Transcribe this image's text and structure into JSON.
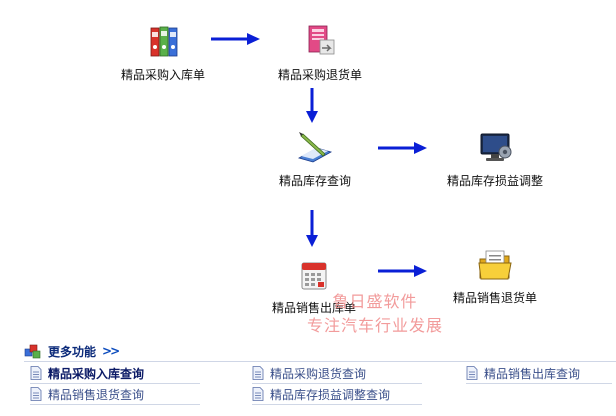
{
  "nodes": {
    "purchase_in": "精品采购入库单",
    "purchase_return": "精品采购退货单",
    "stock_query": "精品库存查询",
    "stock_adjust": "精品库存损益调整",
    "sales_out": "精品销售出库单",
    "sales_return": "精品销售退货单"
  },
  "watermark": {
    "line1": "鲁日盛软件",
    "line2": "专注汽车行业发展"
  },
  "more": {
    "title": "更多功能",
    "chevron": ">>"
  },
  "links": [
    {
      "label": "精品采购入库查询"
    },
    {
      "label": "精品采购退货查询"
    },
    {
      "label": "精品销售出库查询"
    },
    {
      "label": "精品销售退货查询"
    },
    {
      "label": "精品库存损益调整查询"
    }
  ],
  "colors": {
    "arrow": "#0a1fd6",
    "watermark": "#f08a8a",
    "link": "#3a4f8a"
  }
}
